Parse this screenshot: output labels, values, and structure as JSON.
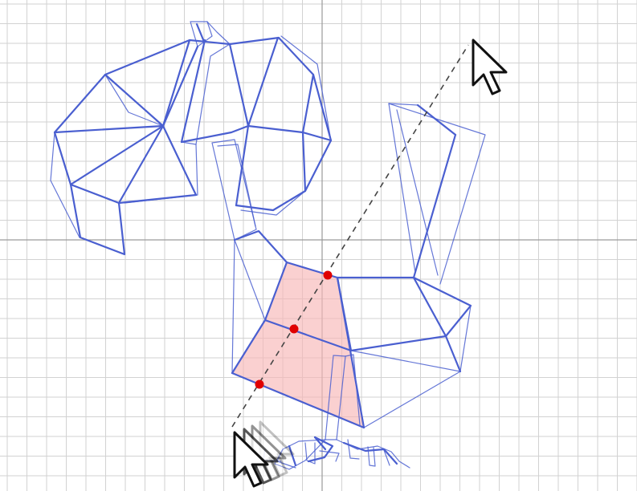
{
  "canvas": {
    "background": "#ffffff",
    "grid_color": "#d2d2d2",
    "axis_color": "#9a9a9a",
    "grid_visible": true
  },
  "mesh": {
    "stroke_color": "#4a5fd0",
    "highlight_fill": "#f7b7b7",
    "highlight_fill_opacity": 0.65
  },
  "slice_line": {
    "style": "dashed",
    "color": "#444444"
  },
  "intersection_points": {
    "color": "#e00000",
    "count": 3
  },
  "cursors": {
    "top_right": "arrow-cursor-icon",
    "bottom_left": "arrow-cursor-icon",
    "bottom_left_trail": "cursor-motion-trail"
  }
}
